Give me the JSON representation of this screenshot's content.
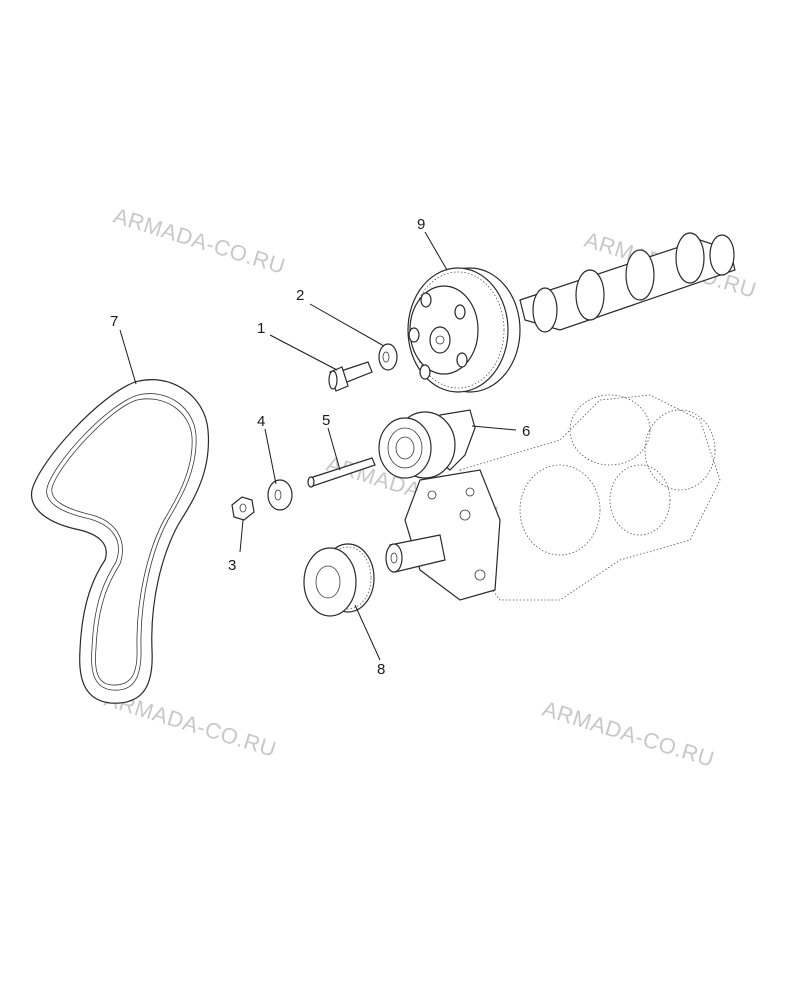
{
  "watermark": "ARMADA-CO.RU",
  "callouts": [
    "1",
    "2",
    "3",
    "4",
    "5",
    "6",
    "7",
    "8",
    "9"
  ],
  "parts": [
    {
      "id": "1",
      "name": "bolt"
    },
    {
      "id": "2",
      "name": "washer"
    },
    {
      "id": "3",
      "name": "nut"
    },
    {
      "id": "4",
      "name": "washer"
    },
    {
      "id": "5",
      "name": "pin"
    },
    {
      "id": "6",
      "name": "tensioner-pulley"
    },
    {
      "id": "7",
      "name": "timing-belt"
    },
    {
      "id": "8",
      "name": "crankshaft-sprocket"
    },
    {
      "id": "9",
      "name": "camshaft-sprocket"
    }
  ]
}
